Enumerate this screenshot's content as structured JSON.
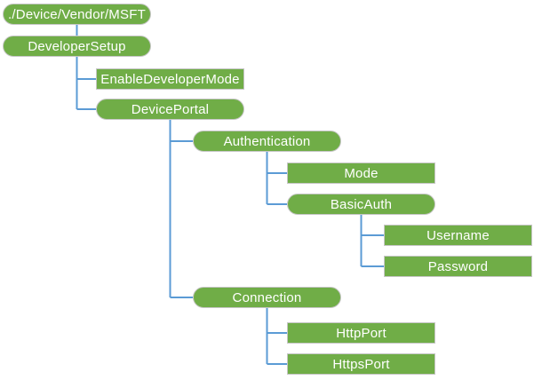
{
  "diagram": {
    "description": "Configuration service provider tree for DeveloperSetup CSP",
    "nodes": [
      {
        "label": "./Device/Vendor/MSFT",
        "shape": "pill",
        "level": 0,
        "parent": null
      },
      {
        "label": "DeveloperSetup",
        "shape": "pill",
        "level": 0,
        "parent": 0
      },
      {
        "label": "EnableDeveloperMode",
        "shape": "rect",
        "level": 1,
        "parent": 1
      },
      {
        "label": "DevicePortal",
        "shape": "pill",
        "level": 1,
        "parent": 1
      },
      {
        "label": "Authentication",
        "shape": "pill",
        "level": 2,
        "parent": 3
      },
      {
        "label": "Mode",
        "shape": "rect",
        "level": 3,
        "parent": 4
      },
      {
        "label": "BasicAuth",
        "shape": "pill",
        "level": 3,
        "parent": 4
      },
      {
        "label": "Username",
        "shape": "rect",
        "level": 4,
        "parent": 6
      },
      {
        "label": "Password",
        "shape": "rect",
        "level": 4,
        "parent": 6
      },
      {
        "label": "Connection",
        "shape": "pill",
        "level": 2,
        "parent": 3
      },
      {
        "label": "HttpPort",
        "shape": "rect",
        "level": 3,
        "parent": 9
      },
      {
        "label": "HttpsPort",
        "shape": "rect",
        "level": 3,
        "parent": 9
      }
    ],
    "colors": {
      "node_fill": "#70AD47",
      "node_border": "#C6C6C6",
      "node_text": "#FFFFFF",
      "connector": "#5B9BD5",
      "background": "#FFFFFF"
    }
  }
}
